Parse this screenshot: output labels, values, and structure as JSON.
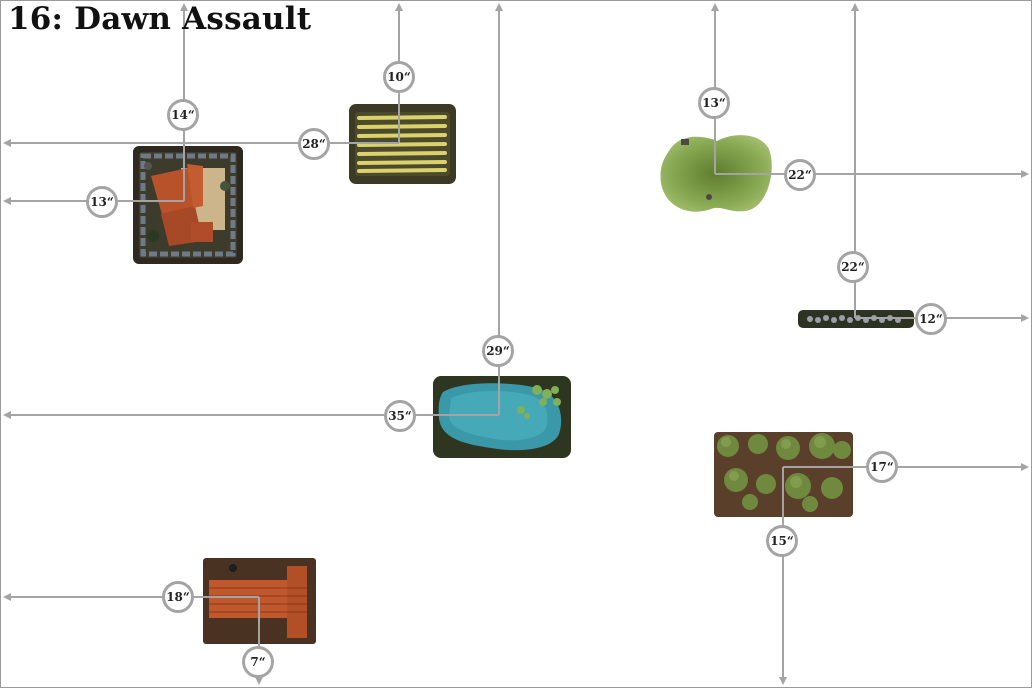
{
  "title": "16: Dawn Assault",
  "colors": {
    "measure_line": "#a4a4a4",
    "water": "#3a98a8",
    "roof_tile": "#c0582c",
    "wheat": "#d9d06a",
    "grass": "#7ea04a",
    "dirt": "#5a3f2a"
  },
  "terrain": {
    "ruined_house": {
      "name": "ruined-house-terrain",
      "labels": [
        "14“",
        "13“"
      ]
    },
    "wheat_field": {
      "name": "wheat-field-terrain",
      "labels": [
        "10“",
        "28“"
      ]
    },
    "hill": {
      "name": "hill-terrain",
      "labels": [
        "13“",
        "22“"
      ]
    },
    "stone_wall": {
      "name": "stone-wall-terrain",
      "labels": [
        "22“",
        "12“"
      ]
    },
    "pond": {
      "name": "pond-terrain",
      "labels": [
        "29“",
        "35“"
      ]
    },
    "forest": {
      "name": "forest-terrain",
      "labels": [
        "17“",
        "15“"
      ]
    },
    "farmhouse": {
      "name": "farmhouse-terrain",
      "labels": [
        "18“",
        "7“"
      ]
    }
  }
}
